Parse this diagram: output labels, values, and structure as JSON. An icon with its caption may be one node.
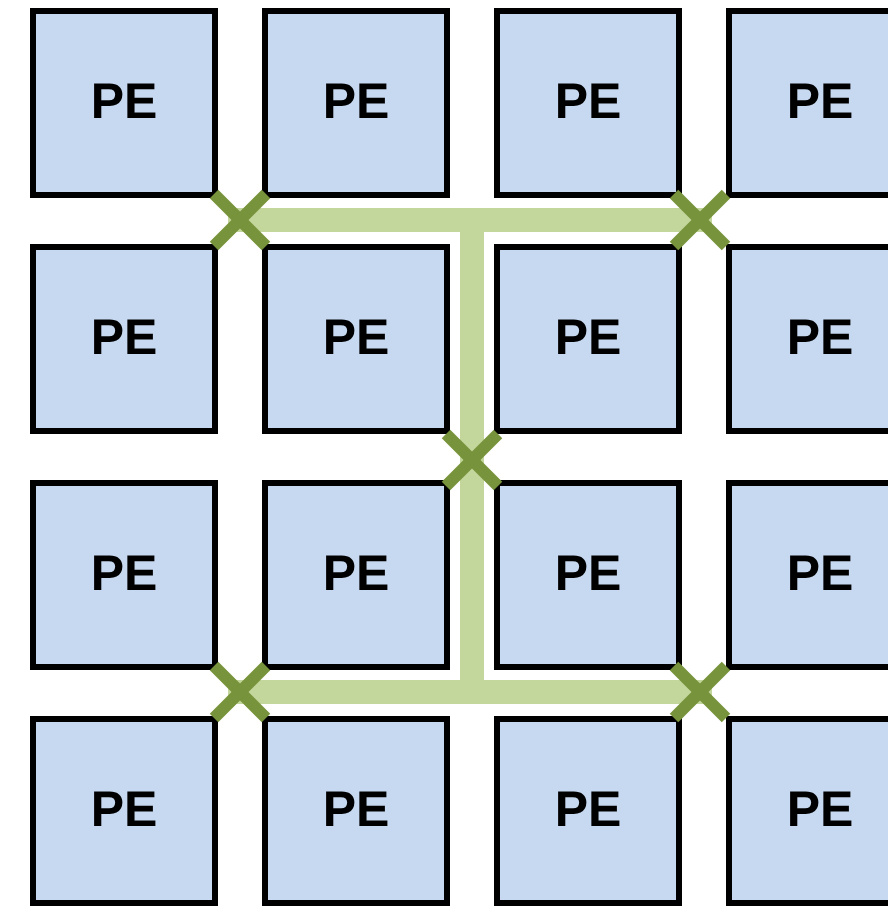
{
  "diagram": {
    "nodes": [
      {
        "text": [
          "PE"
        ]
      },
      {
        "text": [
          "PE"
        ]
      },
      {
        "text": [
          "PE"
        ]
      },
      {
        "text": [
          "PE"
        ]
      },
      {
        "text": [
          "PE"
        ]
      },
      {
        "text": [
          "PE"
        ]
      },
      {
        "text": [
          "PE"
        ]
      },
      {
        "text": [
          "PE"
        ]
      },
      {
        "text": [
          "PE"
        ]
      },
      {
        "text": [
          "PE"
        ]
      },
      {
        "text": [
          "PE"
        ]
      },
      {
        "text": [
          "PE"
        ]
      },
      {
        "text": [
          "PE"
        ]
      },
      {
        "text": [
          "PE"
        ]
      },
      {
        "text": [
          "PE"
        ]
      },
      {
        "text": [
          "PE"
        ]
      }
    ]
  }
}
